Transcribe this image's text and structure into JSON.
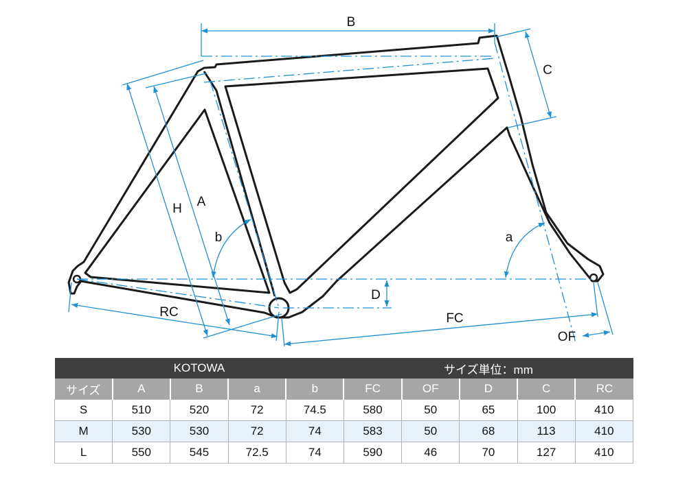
{
  "diagram": {
    "labels": {
      "A": "A",
      "B": "B",
      "C": "C",
      "D": "D",
      "H": "H",
      "a": "a",
      "b": "b",
      "FC": "FC",
      "OF": "OF",
      "RC": "RC"
    },
    "colors": {
      "frame": "#1a1a1a",
      "dimension": "#1f8fd6",
      "centerline": "#1f8fd6"
    }
  },
  "table": {
    "model": "KOTOWA",
    "unit_label": "サイズ単位：mm",
    "headers": [
      "サイズ",
      "A",
      "B",
      "a",
      "b",
      "FC",
      "OF",
      "D",
      "C",
      "RC"
    ],
    "rows": [
      [
        "S",
        "510",
        "520",
        "72",
        "74.5",
        "580",
        "50",
        "65",
        "100",
        "410"
      ],
      [
        "M",
        "530",
        "530",
        "72",
        "74",
        "583",
        "50",
        "68",
        "113",
        "410"
      ],
      [
        "L",
        "550",
        "545",
        "72.5",
        "74",
        "590",
        "46",
        "70",
        "127",
        "410"
      ]
    ],
    "colors": {
      "title_bg": "#3f3f3f",
      "header_bg": "#a6a6a6",
      "alt_row_bg": "#e6f1fb"
    }
  }
}
